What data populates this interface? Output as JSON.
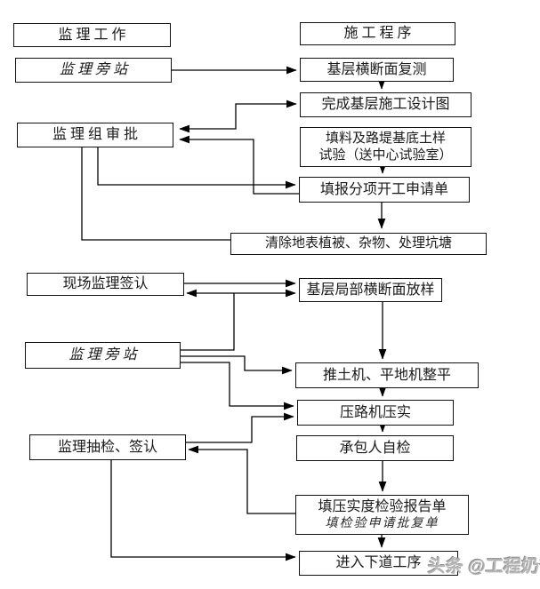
{
  "nodes": {
    "jianli_gongzuo": "监 理 工 作",
    "shigong_chengxu": "施 工 程 序",
    "jianli_pangzhan_top": "监 理 旁 站",
    "jiceng_fuce": "基层横断面复测",
    "wancheng_sheji": "完成基层施工设计图",
    "jianli_zu_shenpi": "监 理 组 审 批",
    "tianliao_line1": "填料及路堤基底土样",
    "tianliao_line2": "试验（送中心试验室）",
    "tianbao_kaigong": "填报分项开工申请单",
    "qingchu": "清除地表植被、杂物、处理坑塘",
    "xianchang_qianren": "现场监理签认",
    "jiceng_fangyang": "基层局部横断面放样",
    "jianli_pangzhan_mid": "监 理 旁 站",
    "tuituji": "推土机、平地机整平",
    "yaluji": "压路机压实",
    "jianli_choujian": "监理抽检、签认",
    "chengbaoren_zijian": "承包人自检",
    "tianya_line1": "填压实度检验报告单",
    "tianya_line2": "填检验申请批复单",
    "jinru_xiadao": "进入下道工序"
  },
  "watermark": {
    "logo": "头条",
    "handle": "@工程奶爸"
  },
  "colors": {
    "line": "#000000",
    "text": "#1a1a1a",
    "watermark": "#b5b5b5",
    "background": "#ffffff"
  }
}
